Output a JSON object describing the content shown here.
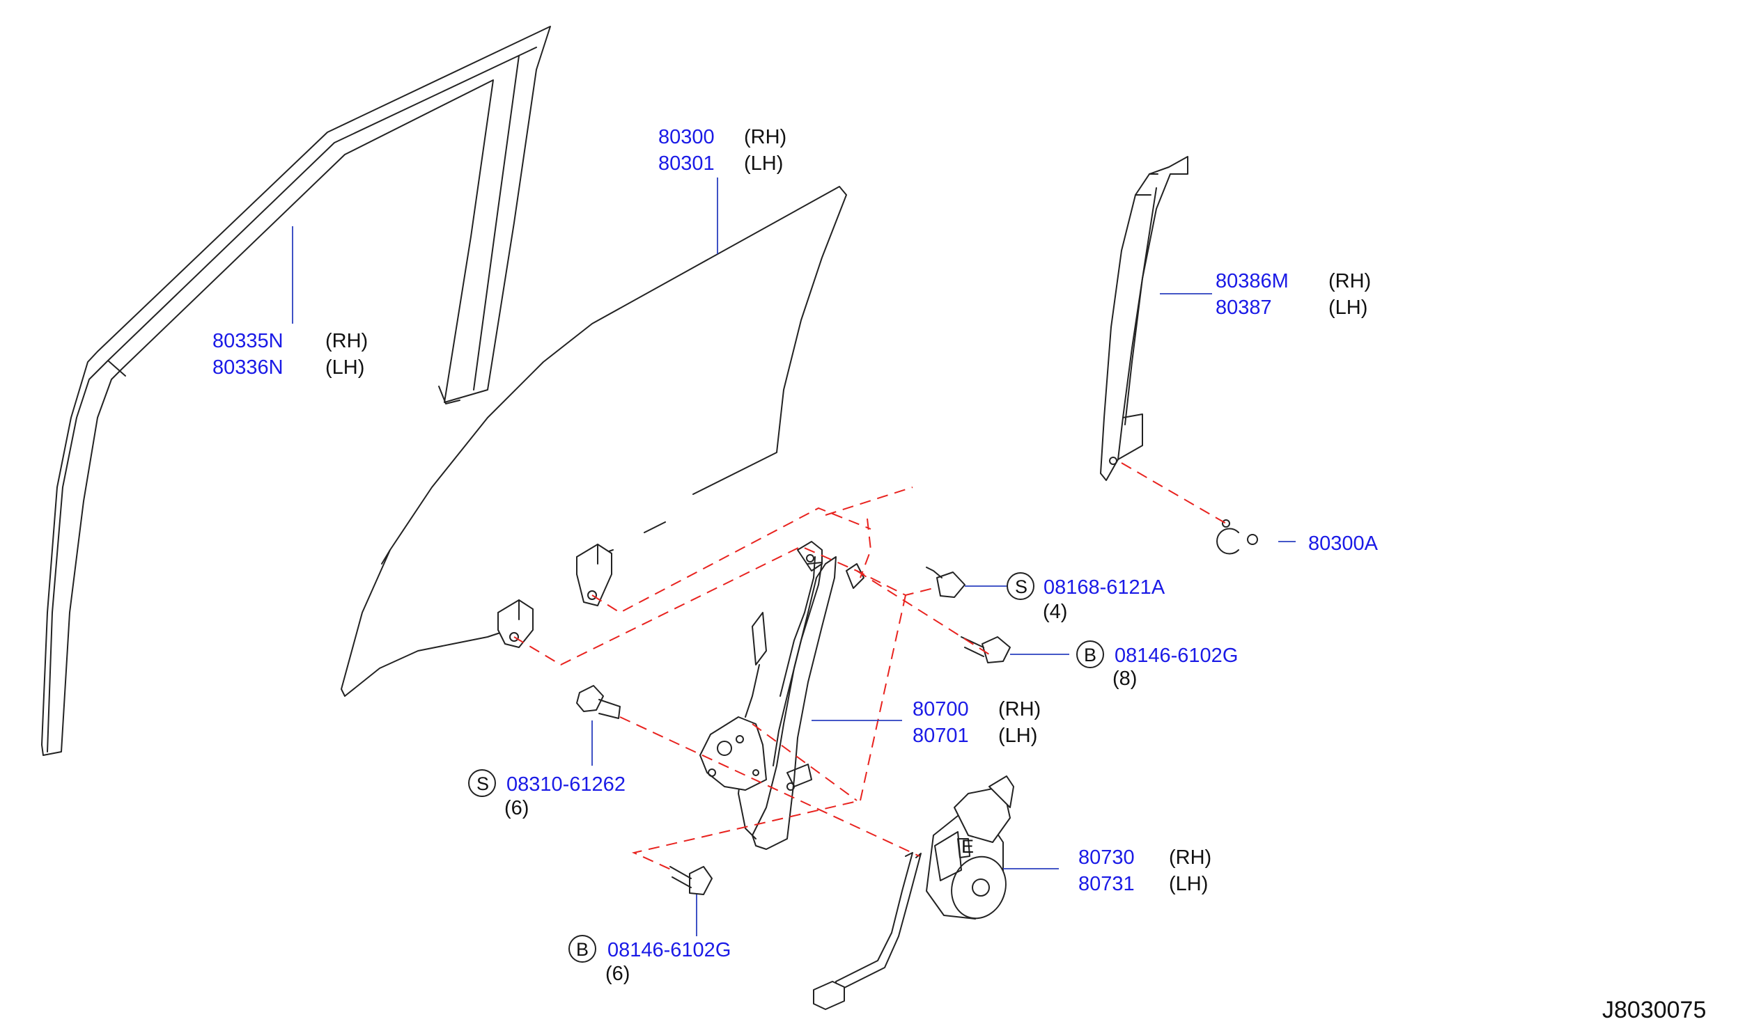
{
  "diagram_id": "J8030075",
  "callouts": [
    {
      "id": "c1",
      "part_rh": "80300",
      "side_rh": "(RH)",
      "part_lh": "80301",
      "side_lh": "(LH)"
    },
    {
      "id": "c2",
      "part_rh": "80335N",
      "side_rh": "(RH)",
      "part_lh": "80336N",
      "side_lh": "(LH)"
    },
    {
      "id": "c3",
      "part_rh": "80386M",
      "side_rh": "(RH)",
      "part_lh": "80387",
      "side_lh": "(LH)"
    },
    {
      "id": "c4",
      "part": "80300A"
    },
    {
      "id": "c5",
      "symbol": "S",
      "part": "08168-6121A",
      "qty": "(4)"
    },
    {
      "id": "c6",
      "symbol": "B",
      "part": "08146-6102G",
      "qty": "(8)"
    },
    {
      "id": "c7",
      "part_rh": "80700",
      "side_rh": "(RH)",
      "part_lh": "80701",
      "side_lh": "(LH)"
    },
    {
      "id": "c8",
      "symbol": "S",
      "part": "08310-61262",
      "qty": "(6)"
    },
    {
      "id": "c9",
      "part_rh": "80730",
      "side_rh": "(RH)",
      "part_lh": "80731",
      "side_lh": "(LH)"
    },
    {
      "id": "c10",
      "symbol": "B",
      "part": "08146-6102G",
      "qty": "(6)"
    }
  ]
}
